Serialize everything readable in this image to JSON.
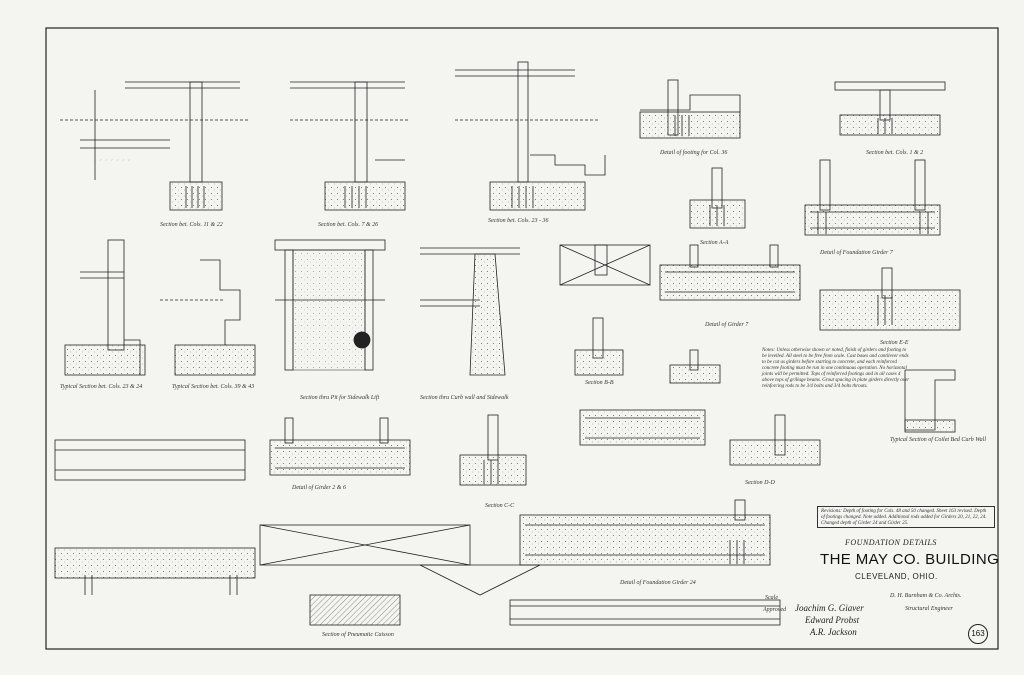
{
  "title_block": {
    "subtitle": "FOUNDATION DETAILS",
    "building": "THE MAY CO. BUILDING",
    "location": "CLEVELAND, OHIO.",
    "scale_label": "Scale",
    "approved_label": "Approved",
    "architect": "D. H. Burnham & Co. Archts.",
    "structural_label": "Structural Engineer",
    "signature_1": "Joachim G. Giaver",
    "signature_2": "Edward Probst",
    "signature_3": "A.R. Jackson",
    "sheet_number": "163"
  },
  "views": [
    {
      "caption": "Section bet. Cols. 11 & 22"
    },
    {
      "caption": "Section bet. Cols. 7 & 26"
    },
    {
      "caption": "Section bet. Cols. 23 - 36"
    },
    {
      "caption": "Detail of footing for Col. 36"
    },
    {
      "caption": "Section bet. Cols. 1 & 2"
    },
    {
      "caption": "Section A-A"
    },
    {
      "caption": "Detail of Foundation Girder 7"
    },
    {
      "caption": "Typical Section bet. Cols. 23 & 24"
    },
    {
      "caption": "Typical Section bet. Cols. 39 & 43"
    },
    {
      "caption": "Section thru Pit for Sidewalk Lift"
    },
    {
      "caption": "Section thru Curb wall and Sidewalk"
    },
    {
      "caption": "Detail of Girder 7"
    },
    {
      "caption": "Section B-B"
    },
    {
      "caption": "Section C-C"
    },
    {
      "caption": "Section D-D"
    },
    {
      "caption": "Section E-E"
    },
    {
      "caption": "Typical Section of Coilet Bed Curb Wall"
    },
    {
      "caption": "Detail of Girder 2 & 6"
    },
    {
      "caption": "Detail of Foundation Girder 24"
    },
    {
      "caption": "Section of Pneumatic Caisson"
    }
  ],
  "notes": {
    "heading": "Notes:",
    "text": "Unless otherwise shown or noted, finish of girders and footing to be levelled. All steel to be free from scale. Cast bases and cantilever ends to be cut as girders before starting to concrete, and each reinforced concrete footing must be run in one continuous operation. No horizontal joints will be permitted. Tops of reinforced footings and in all cases 4 above tops of grillage beams. Grout spacing in plate girders directly over reinforcing rods to be 3/4 bolts and 3/4 bolts throats."
  },
  "revision_box": {
    "text": "Revisions: Depth of footing for Cols. 48 and 50 changed. Sheet 163 revised. Depth of footings changed. Note added. Additional rods added for Girders 20, 21, 22, 24. Changed depth of Girder 24 and Girder 25."
  }
}
